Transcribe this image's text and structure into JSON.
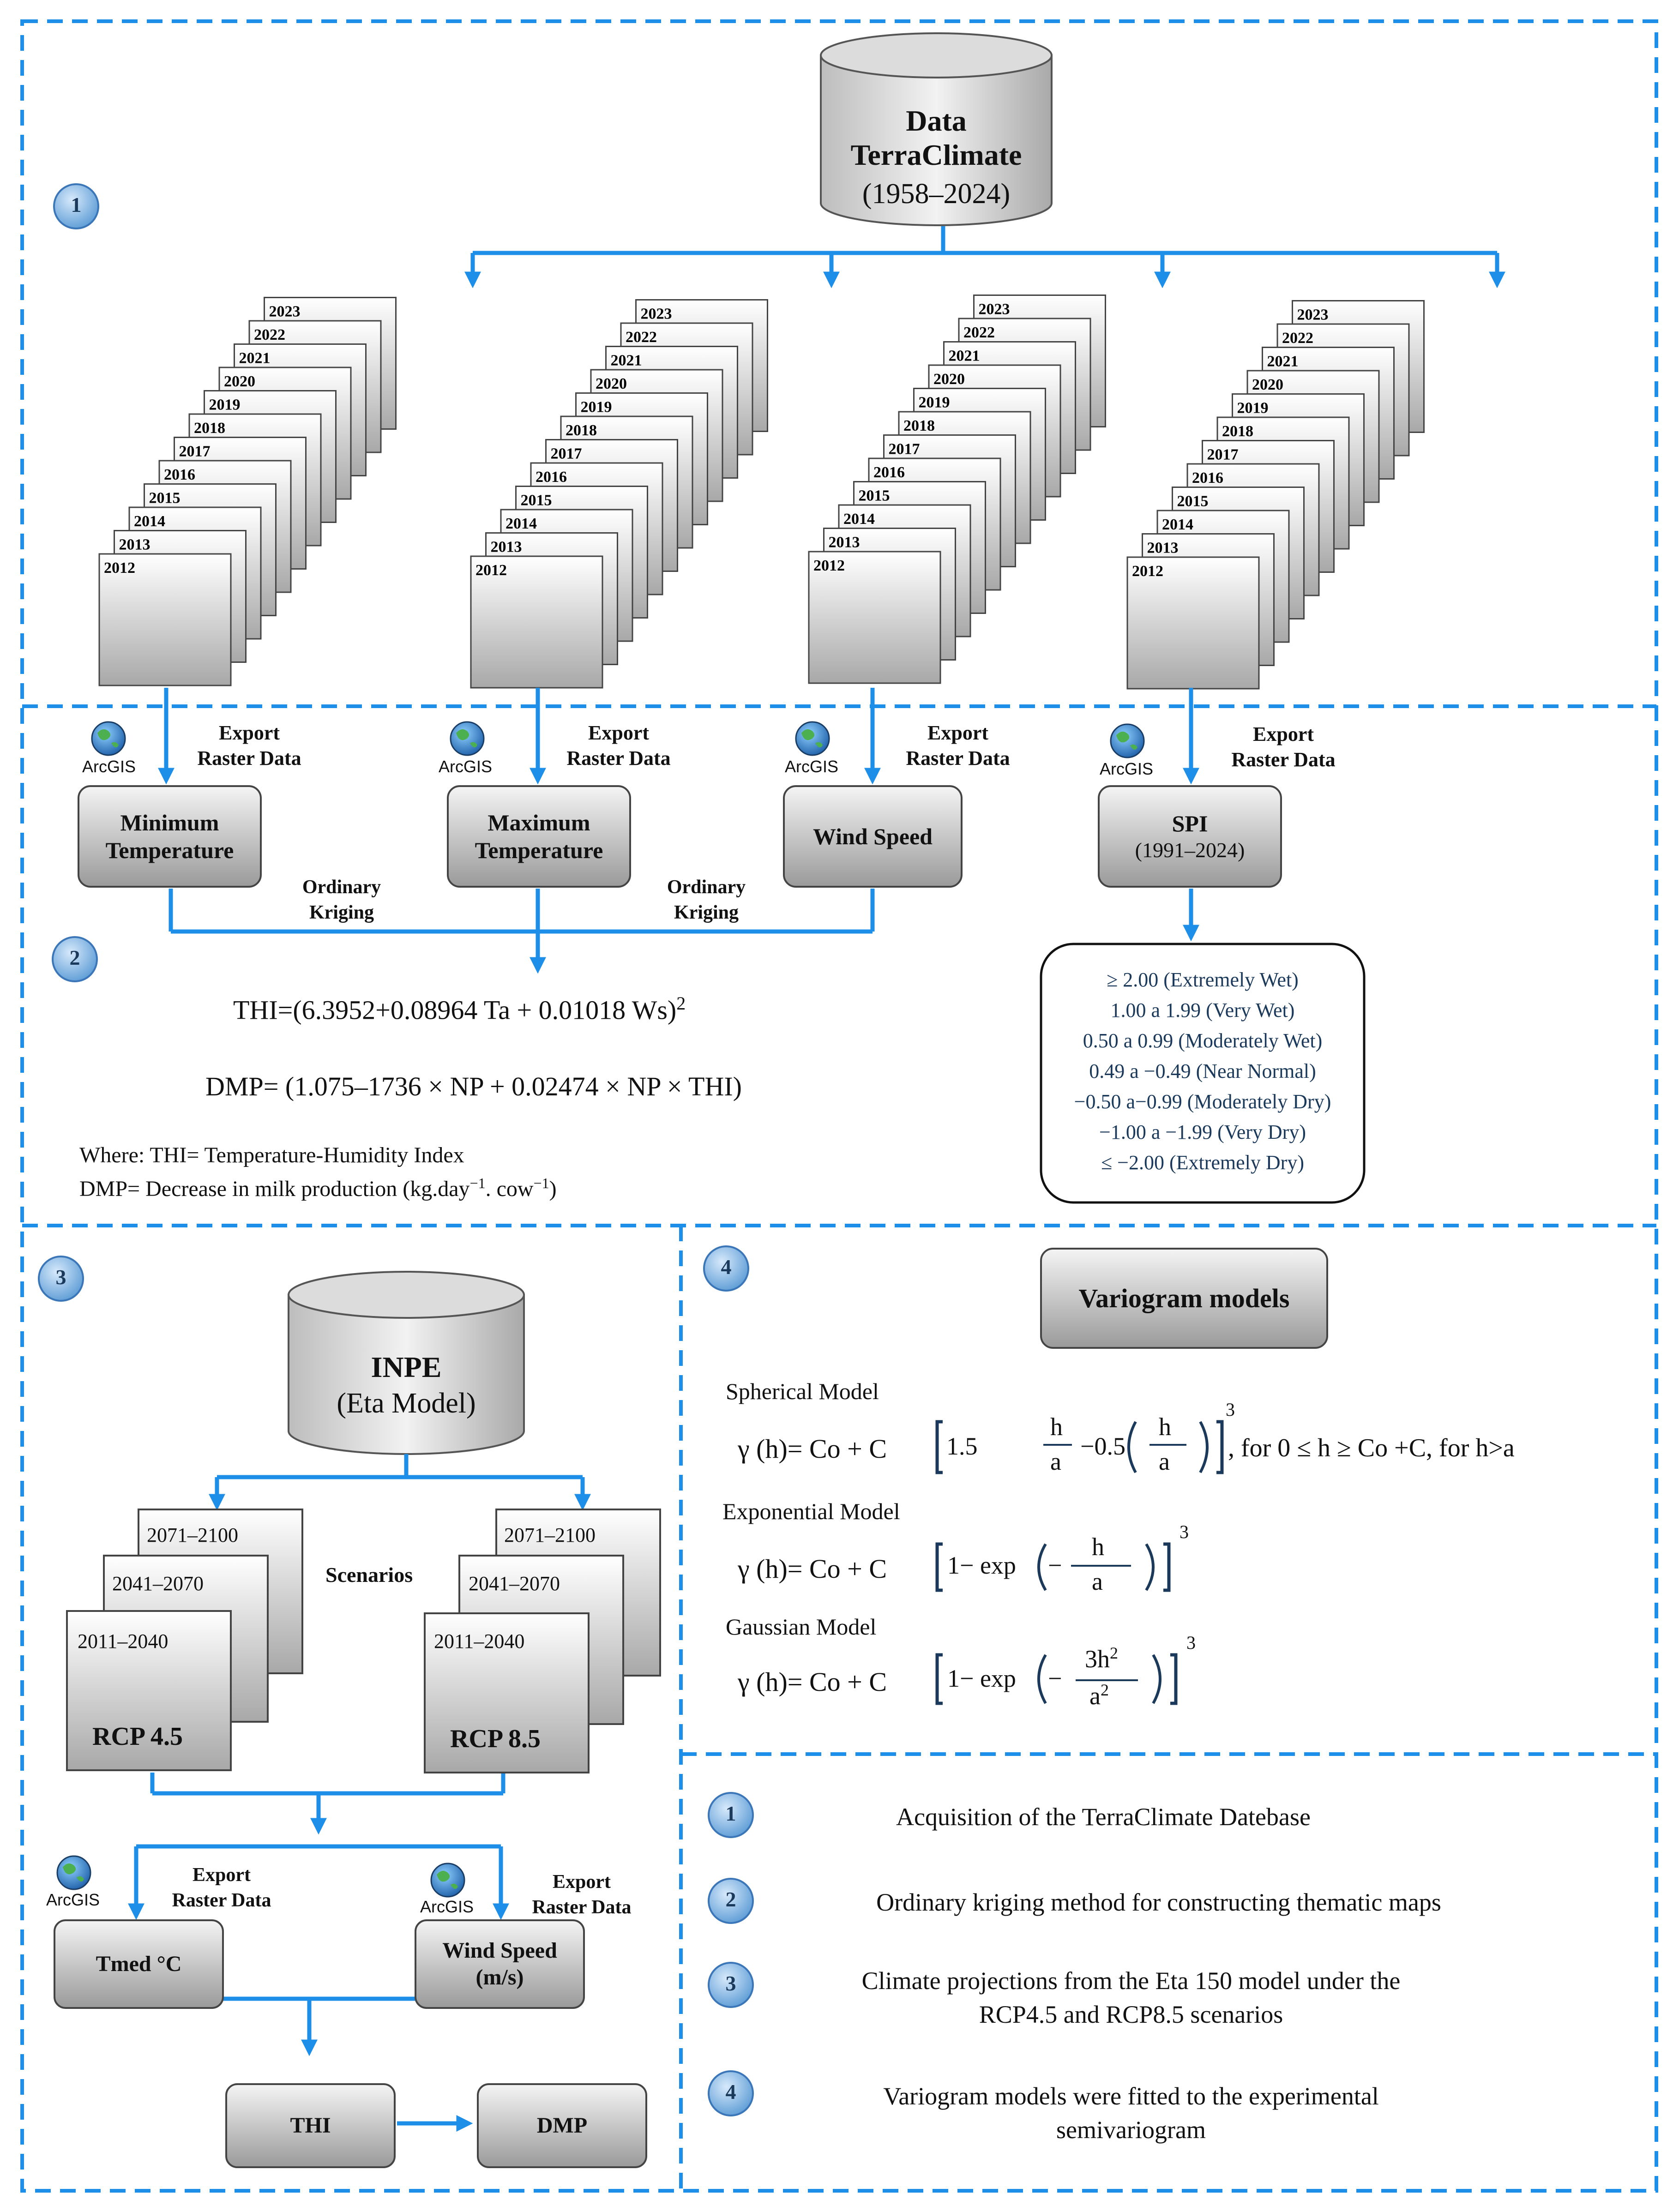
{
  "panel1": {
    "badge": "1",
    "database": {
      "line1": "Data",
      "line2": "TerraClimate",
      "line3": "(1958–2024)"
    },
    "years": [
      "2023",
      "2022",
      "2021",
      "2020",
      "2019",
      "2018",
      "2017",
      "2016",
      "2015",
      "2014",
      "2013",
      "2012"
    ]
  },
  "panel2": {
    "badge": "2",
    "export": {
      "line1": "Export",
      "line2": "Raster Data"
    },
    "arcgis": "ArcGIS",
    "boxes": {
      "min_temp": {
        "line1": "Minimum",
        "line2": "Temperature"
      },
      "max_temp": {
        "line1": "Maximum",
        "line2": "Temperature"
      },
      "wind": "Wind Speed",
      "spi": {
        "line1": "SPI",
        "line2": "(1991–2024)"
      }
    },
    "kriging": {
      "line1": "Ordinary",
      "line2": "Kriging"
    },
    "thi_formula": "THI=(6.3952+0.08964 Ta + 0.01018 Ws)",
    "thi_exp": "2",
    "dmp_formula": "DMP= (1.075–1736 × NP + 0.02474 × NP × THI)",
    "where1": "Where: THI= Temperature-Humidity Index",
    "where2_a": "DMP= Decrease in milk production (kg.day",
    "where2_exp1": "−1",
    "where2_b": ". cow",
    "where2_exp2": "−1",
    "where2_c": ")",
    "spi_classes": [
      "≥ 2.00 (Extremely Wet)",
      "1.00 a 1.99 (Very Wet)",
      "0.50 a 0.99 (Moderately Wet)",
      "0.49 a −0.49 (Near Normal)",
      "−0.50 a−0.99 (Moderately Dry)",
      "−1.00 a −1.99 (Very Dry)",
      "≤ −2.00 (Extremely Dry)"
    ]
  },
  "panel3": {
    "badge": "3",
    "database": {
      "line1": "INPE",
      "line2": "(Eta Model)"
    },
    "scenarios_label": "Scenarios",
    "periods": [
      "2071–2100",
      "2041–2070",
      "2011–2040"
    ],
    "rcp45": "RCP 4.5",
    "rcp85": "RCP 8.5",
    "export": {
      "line1": "Export",
      "line2": "Raster Data"
    },
    "arcgis": "ArcGIS",
    "tmed": "Tmed °C",
    "wind": {
      "line1": "Wind Speed",
      "line2": "(m/s)"
    },
    "thi": "THI",
    "dmp": "DMP"
  },
  "panel4": {
    "badge": "4",
    "title": "Variogram models",
    "spherical": {
      "name": "Spherical Model",
      "lhs": "γ (h)= Co + C",
      "coef1": "1.5",
      "h": "h",
      "a": "a",
      "minus": "−0.5",
      "exp": "3",
      "cond": ", for 0 ≤ h ≥ Co +C, for h>a"
    },
    "exponential": {
      "name": "Exponential Model",
      "lhs": "γ (h)= Co + C",
      "body": "1− exp",
      "h": "h",
      "a": "a",
      "exp": "3"
    },
    "gaussian": {
      "name": "Gaussian Model",
      "lhs": "γ (h)= Co + C",
      "body": "1− exp",
      "num": "3h",
      "num_exp": "2",
      "den": "a",
      "den_exp": "2",
      "exp": "3"
    }
  },
  "legend": [
    {
      "num": "1",
      "text1": "Acquisition of the TerraClimate Datebase",
      "text2": ""
    },
    {
      "num": "2",
      "text1": "Ordinary kriging method for constructing thematic maps",
      "text2": ""
    },
    {
      "num": "3",
      "text1": "Climate projections from the Eta 150 model under the",
      "text2": "RCP4.5 and RCP8.5 scenarios"
    },
    {
      "num": "4",
      "text1": "Variogram models were fitted to the experimental",
      "text2": "semivariogram"
    }
  ],
  "colors": {
    "accent": "#1E8FE8",
    "navy": "#1B3A5B",
    "badge": "#5B9BD5"
  }
}
